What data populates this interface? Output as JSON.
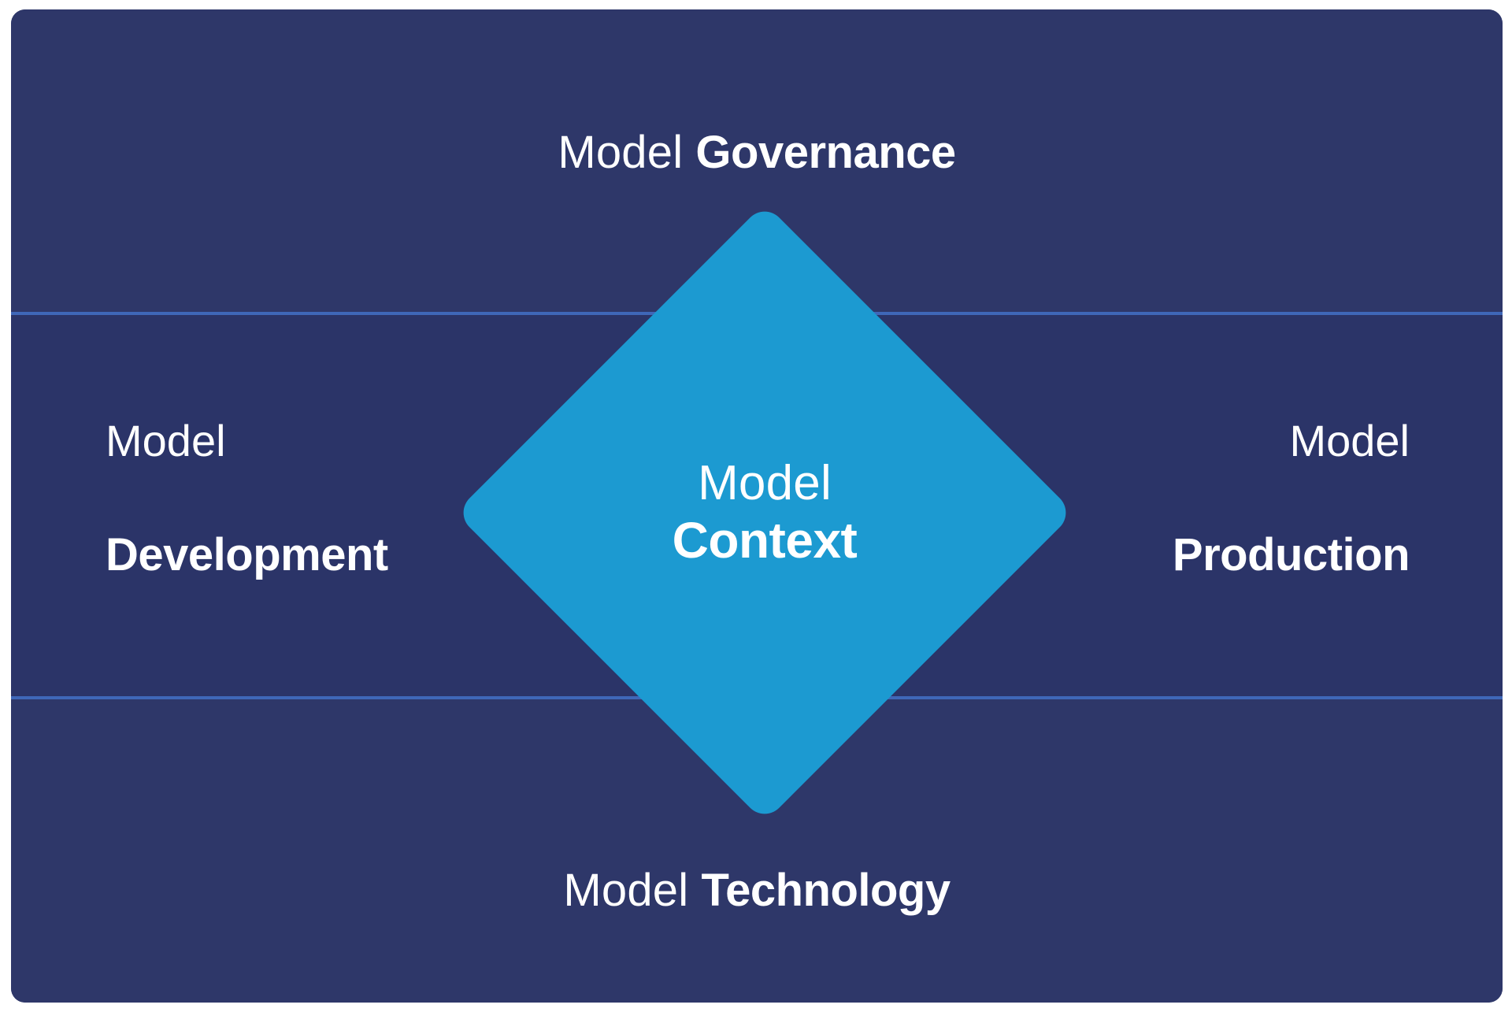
{
  "diagram": {
    "title_implied": "Model Context",
    "colors": {
      "card_background": "#2e3769",
      "band_middle": "#2b3468",
      "divider": "#3f67b8",
      "diamond": "#1c9ad1",
      "text": "#ffffff",
      "page_background": "#ffffff"
    },
    "center": {
      "line_light": "Model",
      "line_bold": "Context"
    },
    "edges": {
      "top": {
        "light": "Model",
        "bold": "Governance"
      },
      "bottom": {
        "light": "Model",
        "bold": "Technology"
      },
      "left": {
        "light": "Model",
        "bold": "Development"
      },
      "right": {
        "light": "Model",
        "bold": "Production"
      }
    }
  }
}
